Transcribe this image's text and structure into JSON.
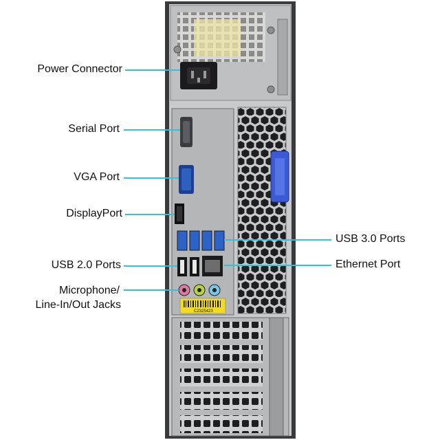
{
  "callouts": {
    "power_connector": "Power Connector",
    "serial_port": "Serial Port",
    "vga_port": "VGA Port",
    "displayport": "DisplayPort",
    "usb2_ports": "USB 2.0 Ports",
    "mic_line_1": "Microphone/",
    "mic_line_2": "Line-In/Out Jacks",
    "usb3_ports": "USB 3.0 Ports",
    "ethernet_port": "Ethernet Port"
  },
  "barcode_text": "C2325423",
  "colors": {
    "leader": "#2ec4d6",
    "chassis": "#c9cacc",
    "dark_frame": "#3a3a3c",
    "release_latch": "#3b5bd6",
    "vga_blue": "#2f5fbf",
    "usb3_blue": "#2b63c8",
    "label_yellow": "#f2dc1c",
    "jack_pink": "#e07aa0",
    "jack_green": "#b8d43a",
    "jack_blue": "#7ac6e6",
    "psu_sticker": "#efe6a8"
  }
}
